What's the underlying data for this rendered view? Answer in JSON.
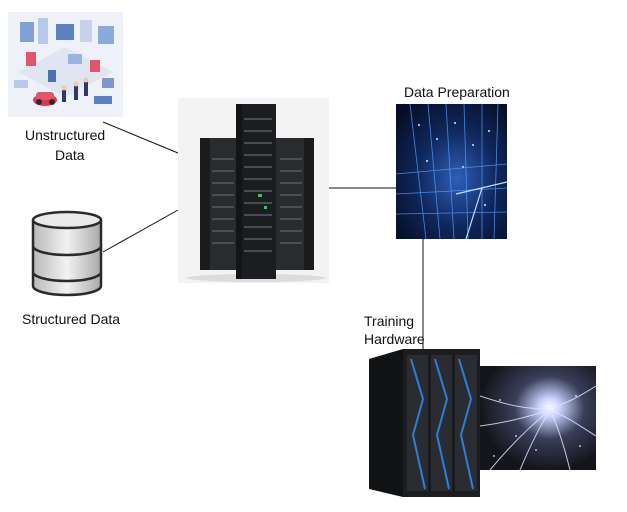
{
  "nodes": {
    "unstructured": {
      "label_line1": "Unstructured",
      "label_line2": "Data",
      "image": "smart-city-illustration"
    },
    "structured": {
      "label": "Structured Data",
      "image": "database-cylinder-icon"
    },
    "servers": {
      "image": "server-racks"
    },
    "prep": {
      "label": "Data Preparation",
      "image": "data-grid-photo"
    },
    "training": {
      "label_line1": "Training",
      "label_line2": "Hardware",
      "image": "mainframe-computer"
    },
    "neural": {
      "image": "neural-light-streams"
    }
  },
  "colors": {
    "line": "#111111",
    "rack": "#1c1d20",
    "prep_bg": "#0a1a40",
    "mainframe_accent": "#2f7fd6"
  }
}
